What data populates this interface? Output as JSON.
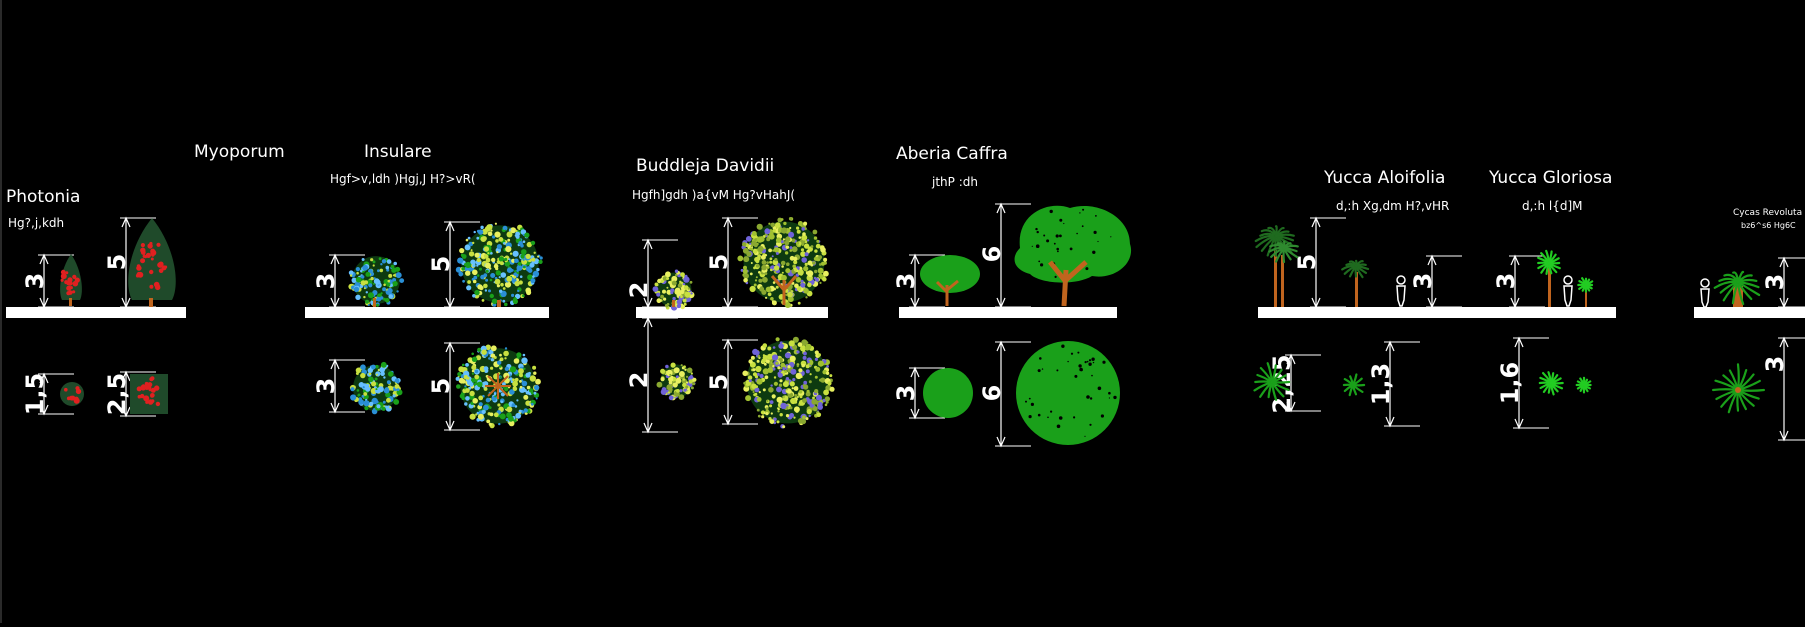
{
  "drawing": {
    "title": "",
    "background": "#000000",
    "colors": {
      "ground": "#ffffff",
      "dimension": "#ffffff",
      "foliage_green": "#1aa01a",
      "foliage_bright": "#22cc22",
      "berry_red": "#e02020",
      "dark_green": "#1f4a2a",
      "blue_flower": "#2a8fd6",
      "yellow_green": "#c8e040",
      "violet": "#6f63d8",
      "trunk": "#c0641e"
    },
    "groups": [
      {
        "id": "photonia",
        "name": "Photonia",
        "subtitle": "Hg?,j,kdh",
        "elevation_dims": [
          "3",
          "5"
        ],
        "plan_dims": [
          "1,5",
          "2,5"
        ]
      },
      {
        "id": "myoporum",
        "name": "Myoporum",
        "name2": "Insulare",
        "subtitle": "Hgf>v,ldh )Hgj,J H?>vR(",
        "elevation_dims": [
          "3",
          "5"
        ],
        "plan_dims": [
          "3",
          "5"
        ]
      },
      {
        "id": "buddleja",
        "name": "Buddleja  Davidii",
        "subtitle": "Hgfh]gdh )a{vM Hg?vHahJ(",
        "elevation_dims": [
          "2",
          "5"
        ],
        "plan_dims": [
          "2",
          "5"
        ]
      },
      {
        "id": "aberia",
        "name": "Aberia  Caffra",
        "subtitle": "jthP :dh",
        "elevation_dims": [
          "3",
          "6"
        ],
        "plan_dims": [
          "3",
          "6"
        ]
      },
      {
        "id": "yucca_aloifolia",
        "name": "Yucca  Aloifolia",
        "subtitle": "d,:h Xg,dm H?,vHR",
        "elevation_dims": [
          "5",
          "3"
        ],
        "plan_dims": [
          "2,25",
          "1,3"
        ]
      },
      {
        "id": "yucca_gloriosa",
        "name": "Yucca  Gloriosa",
        "subtitle": "d,:h l{d]M",
        "elevation_dims": [
          "3"
        ],
        "plan_dims": [
          "1,6"
        ]
      },
      {
        "id": "cycas",
        "name": "Cycas Revoluta",
        "subtitle": "bz6^s6 Hg6C",
        "elevation_dims": [
          "3"
        ],
        "plan_dims": [
          "3"
        ]
      }
    ]
  }
}
